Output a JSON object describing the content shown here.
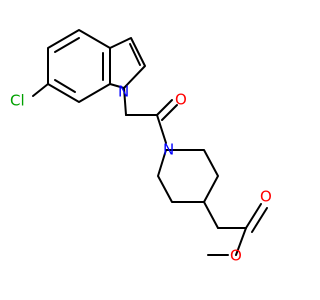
{
  "molecule": {
    "atoms": {
      "cl": "Cl",
      "n_indole": "N",
      "n_piperidine": "N",
      "o_carbonyl": "O",
      "o_ester_carbonyl": "O",
      "o_ester_ether": "O"
    },
    "colors": {
      "bond": "#000000",
      "chlorine": "#00a000",
      "nitrogen": "#0000ff",
      "oxygen": "#ff0000"
    }
  }
}
